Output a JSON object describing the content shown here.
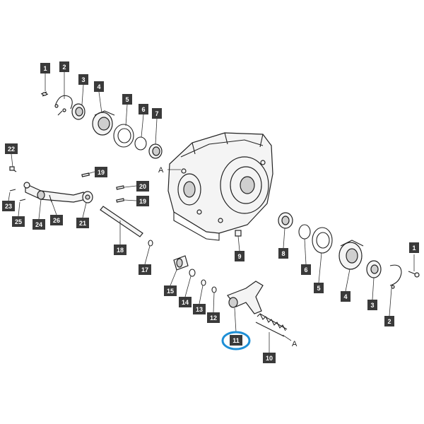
{
  "callouts": [
    {
      "id": "c1a",
      "label": "1"
    },
    {
      "id": "c2a",
      "label": "2"
    },
    {
      "id": "c3a",
      "label": "3"
    },
    {
      "id": "c4a",
      "label": "4"
    },
    {
      "id": "c5a",
      "label": "5"
    },
    {
      "id": "c6a",
      "label": "6"
    },
    {
      "id": "c7a",
      "label": "7"
    },
    {
      "id": "c22",
      "label": "22"
    },
    {
      "id": "c19a",
      "label": "19"
    },
    {
      "id": "c20",
      "label": "20"
    },
    {
      "id": "c19b",
      "label": "19"
    },
    {
      "id": "c23",
      "label": "23"
    },
    {
      "id": "c25",
      "label": "25"
    },
    {
      "id": "c24",
      "label": "24"
    },
    {
      "id": "c26",
      "label": "26"
    },
    {
      "id": "c21",
      "label": "21"
    },
    {
      "id": "c18",
      "label": "18"
    },
    {
      "id": "c17",
      "label": "17"
    },
    {
      "id": "c9",
      "label": "9"
    },
    {
      "id": "c8",
      "label": "8"
    },
    {
      "id": "c6b",
      "label": "6"
    },
    {
      "id": "c5b",
      "label": "5"
    },
    {
      "id": "c4b",
      "label": "4"
    },
    {
      "id": "c3b",
      "label": "3"
    },
    {
      "id": "c2b",
      "label": "2"
    },
    {
      "id": "c1b",
      "label": "1"
    },
    {
      "id": "c15",
      "label": "15"
    },
    {
      "id": "c14",
      "label": "14"
    },
    {
      "id": "c13",
      "label": "13"
    },
    {
      "id": "c12",
      "label": "12"
    },
    {
      "id": "c11",
      "label": "11"
    },
    {
      "id": "c10",
      "label": "10"
    }
  ],
  "letters": {
    "housing_marker": "A",
    "spring_marker": "A"
  },
  "highlighted_part": "11",
  "colors": {
    "callout_bg": "#3a3a3a",
    "highlight": "#1e8fd6",
    "line": "#222222"
  }
}
